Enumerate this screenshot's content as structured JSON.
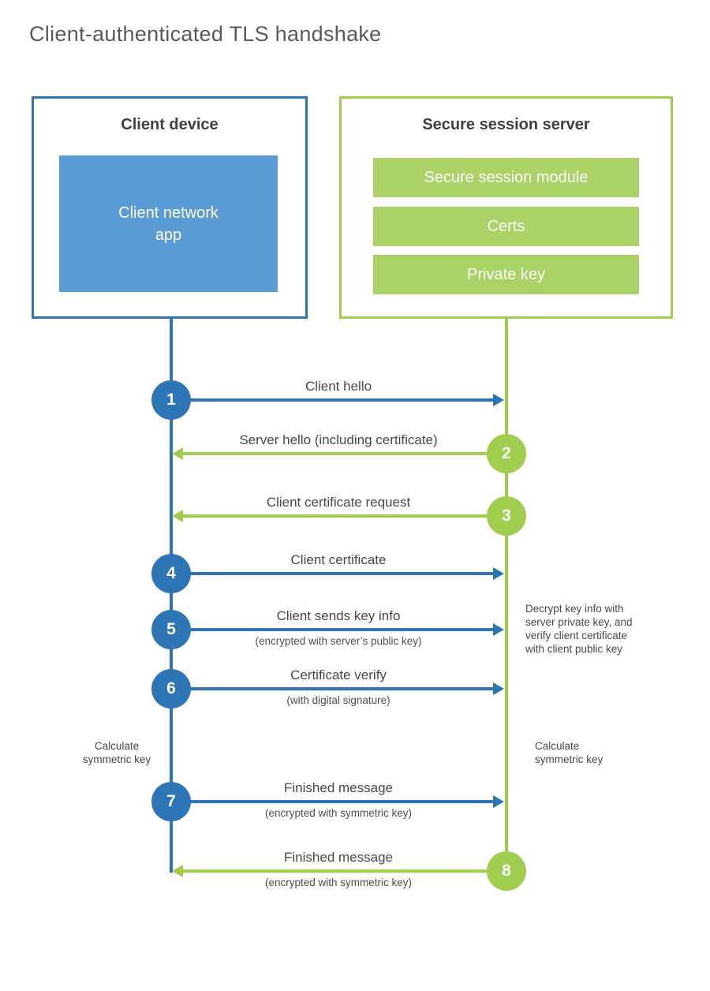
{
  "title": "Client-authenticated TLS handshake",
  "client": {
    "title": "Client device",
    "app_label": "Client network\napp"
  },
  "server": {
    "title": "Secure session server",
    "modules": [
      "Secure session module",
      "Certs",
      "Private key"
    ]
  },
  "messages": [
    {
      "num": "1",
      "from": "client",
      "label": "Client hello",
      "sublabel": ""
    },
    {
      "num": "2",
      "from": "server",
      "label": "Server hello (including certificate)",
      "sublabel": ""
    },
    {
      "num": "3",
      "from": "server",
      "label": "Client certificate request",
      "sublabel": ""
    },
    {
      "num": "4",
      "from": "client",
      "label": "Client certificate",
      "sublabel": ""
    },
    {
      "num": "5",
      "from": "client",
      "label": "Client sends key info",
      "sublabel": "(encrypted with server’s public key)"
    },
    {
      "num": "6",
      "from": "client",
      "label": "Certificate verify",
      "sublabel": "(with digital signature)"
    },
    {
      "num": "7",
      "from": "client",
      "label": "Finished message",
      "sublabel": "(encrypted with symmetric key)"
    },
    {
      "num": "8",
      "from": "server",
      "label": "Finished message",
      "sublabel": "(encrypted with symmetric key)"
    }
  ],
  "notes": {
    "decrypt": "Decrypt key info with\nserver private key, and\nverify client certificate\nwith client public key",
    "calc_left": "Calculate\nsymmetric key",
    "calc_right": "Calculate\nsymmetric key"
  },
  "colors": {
    "blue": "#2e75b6",
    "blue_fill": "#5b9bd5",
    "green": "#a1cd4f",
    "green_fill": "#abd266"
  }
}
